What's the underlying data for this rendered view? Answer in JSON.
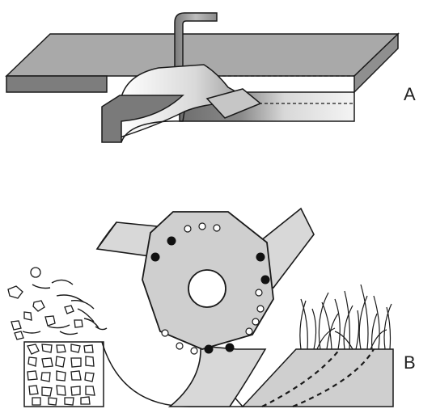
{
  "panels": {
    "a": {
      "label": "A"
    },
    "b": {
      "label": "B"
    }
  },
  "colors": {
    "outline": "#1a1a1a",
    "slab_top": "#a9a9a9",
    "slab_front": "#7d7d7d",
    "blade_light": "#f2f2f2",
    "blade_mid": "#c9c9c9",
    "rotor_fill": "#cfcfcf",
    "knife_fill": "#d8d8d8",
    "bolt": "#111111"
  },
  "icons": {
    "a": "flat-cultivator-blade-in-soil-slab",
    "b": "rotary-tiller-rotor-with-three-knives"
  }
}
